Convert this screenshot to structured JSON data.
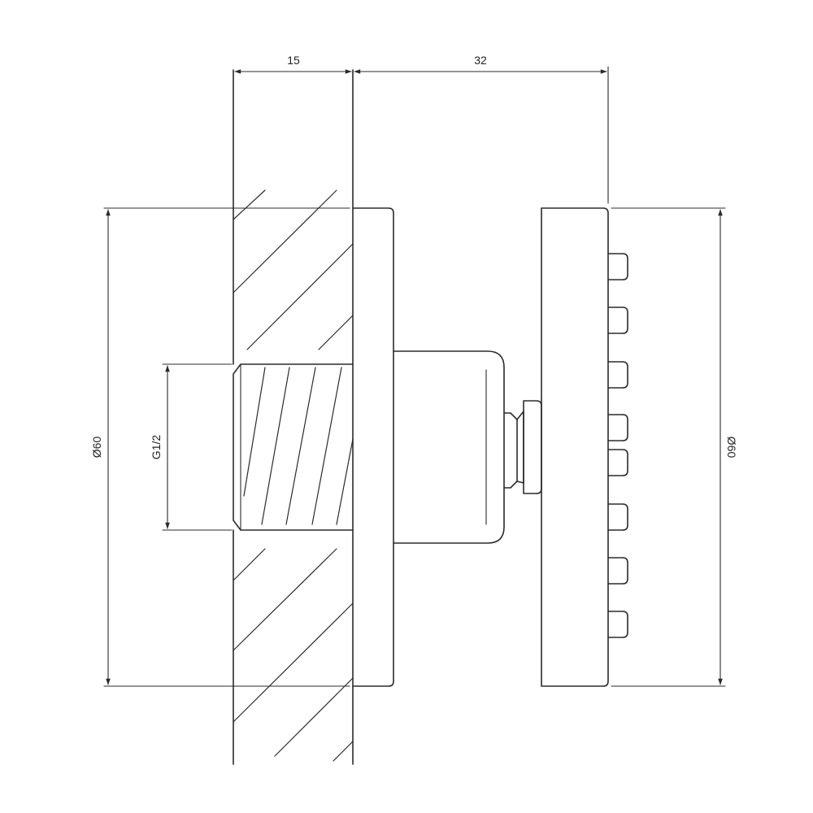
{
  "dimensions": {
    "wall_depth": "15",
    "projection": "32",
    "diameter_left": "Ø60",
    "diameter_right": "Ø60",
    "thread": "G1/2"
  },
  "colors": {
    "line": "#2b2b2b",
    "background": "#ffffff"
  }
}
